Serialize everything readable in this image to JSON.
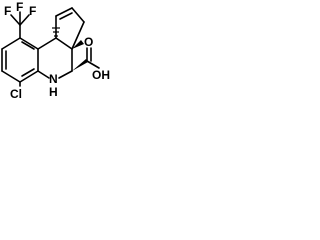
{
  "structure": {
    "atom_labels": {
      "f_1": "F",
      "f_2": "F",
      "f_3": "F",
      "chlorine": "Cl",
      "amine": "N",
      "amine_h": "H",
      "hydroxyl": "OH",
      "carbonyl_o": "O"
    }
  }
}
